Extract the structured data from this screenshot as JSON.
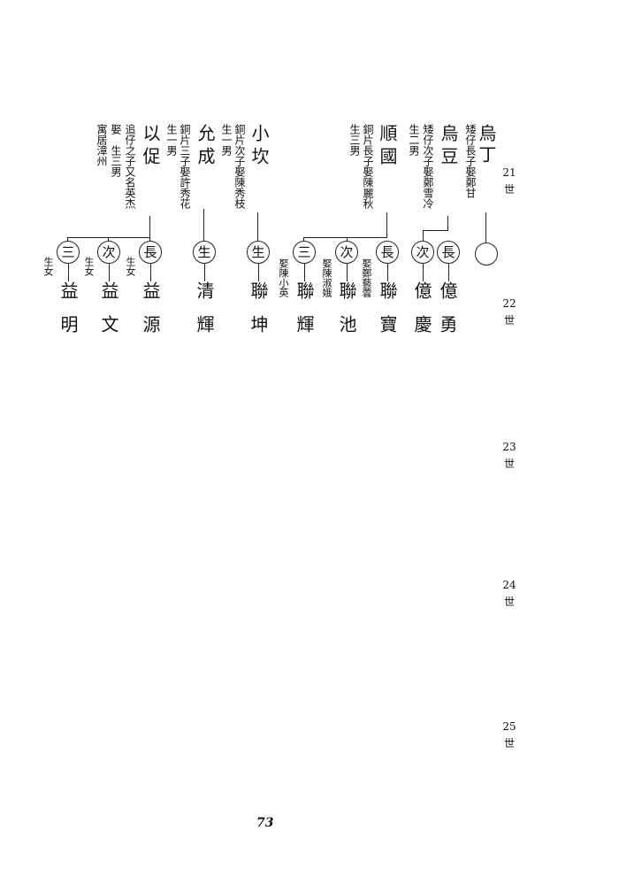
{
  "generations": [
    {
      "num": "21",
      "char": "世"
    },
    {
      "num": "22",
      "char": "世"
    },
    {
      "num": "23",
      "char": "世"
    },
    {
      "num": "24",
      "char": "世"
    },
    {
      "num": "25",
      "char": "世"
    }
  ],
  "gen21": [
    {
      "name": "烏丁",
      "note": "矮仔長子娶鄭甘"
    },
    {
      "name": "烏豆",
      "note": "矮仔次子娶鄭雪冷",
      "note2": "生二男"
    },
    {
      "name": "順國",
      "note": "銅片長子娶陳麗秋",
      "note2": "生三男"
    },
    {
      "name": "小坎",
      "note": "銅片次子娶陳秀枝",
      "note2": "生一男"
    },
    {
      "name": "允成",
      "note": "銅片三子娶許秀花",
      "note2": "生一男"
    },
    {
      "name": "以促",
      "note": "追仔之子又名英杰",
      "note2": "娶　生三男",
      "note3": "寓居漳州"
    }
  ],
  "badges": {
    "eldest": "長",
    "second": "次",
    "third": "三",
    "only": "生"
  },
  "gen22": [
    {
      "name": "億勇"
    },
    {
      "name": "億慶"
    },
    {
      "name": "聯寶",
      "note": "娶鄭藝蕓"
    },
    {
      "name": "聯池",
      "note": "娶陳淑娥"
    },
    {
      "name": "聯輝",
      "note": "娶陳小英"
    },
    {
      "name": "聯坤"
    },
    {
      "name": "清輝"
    },
    {
      "name": "益源",
      "note": "生女"
    },
    {
      "name": "益文",
      "note": "生女"
    },
    {
      "name": "益明",
      "note": "生女"
    }
  ],
  "page_number": "73"
}
